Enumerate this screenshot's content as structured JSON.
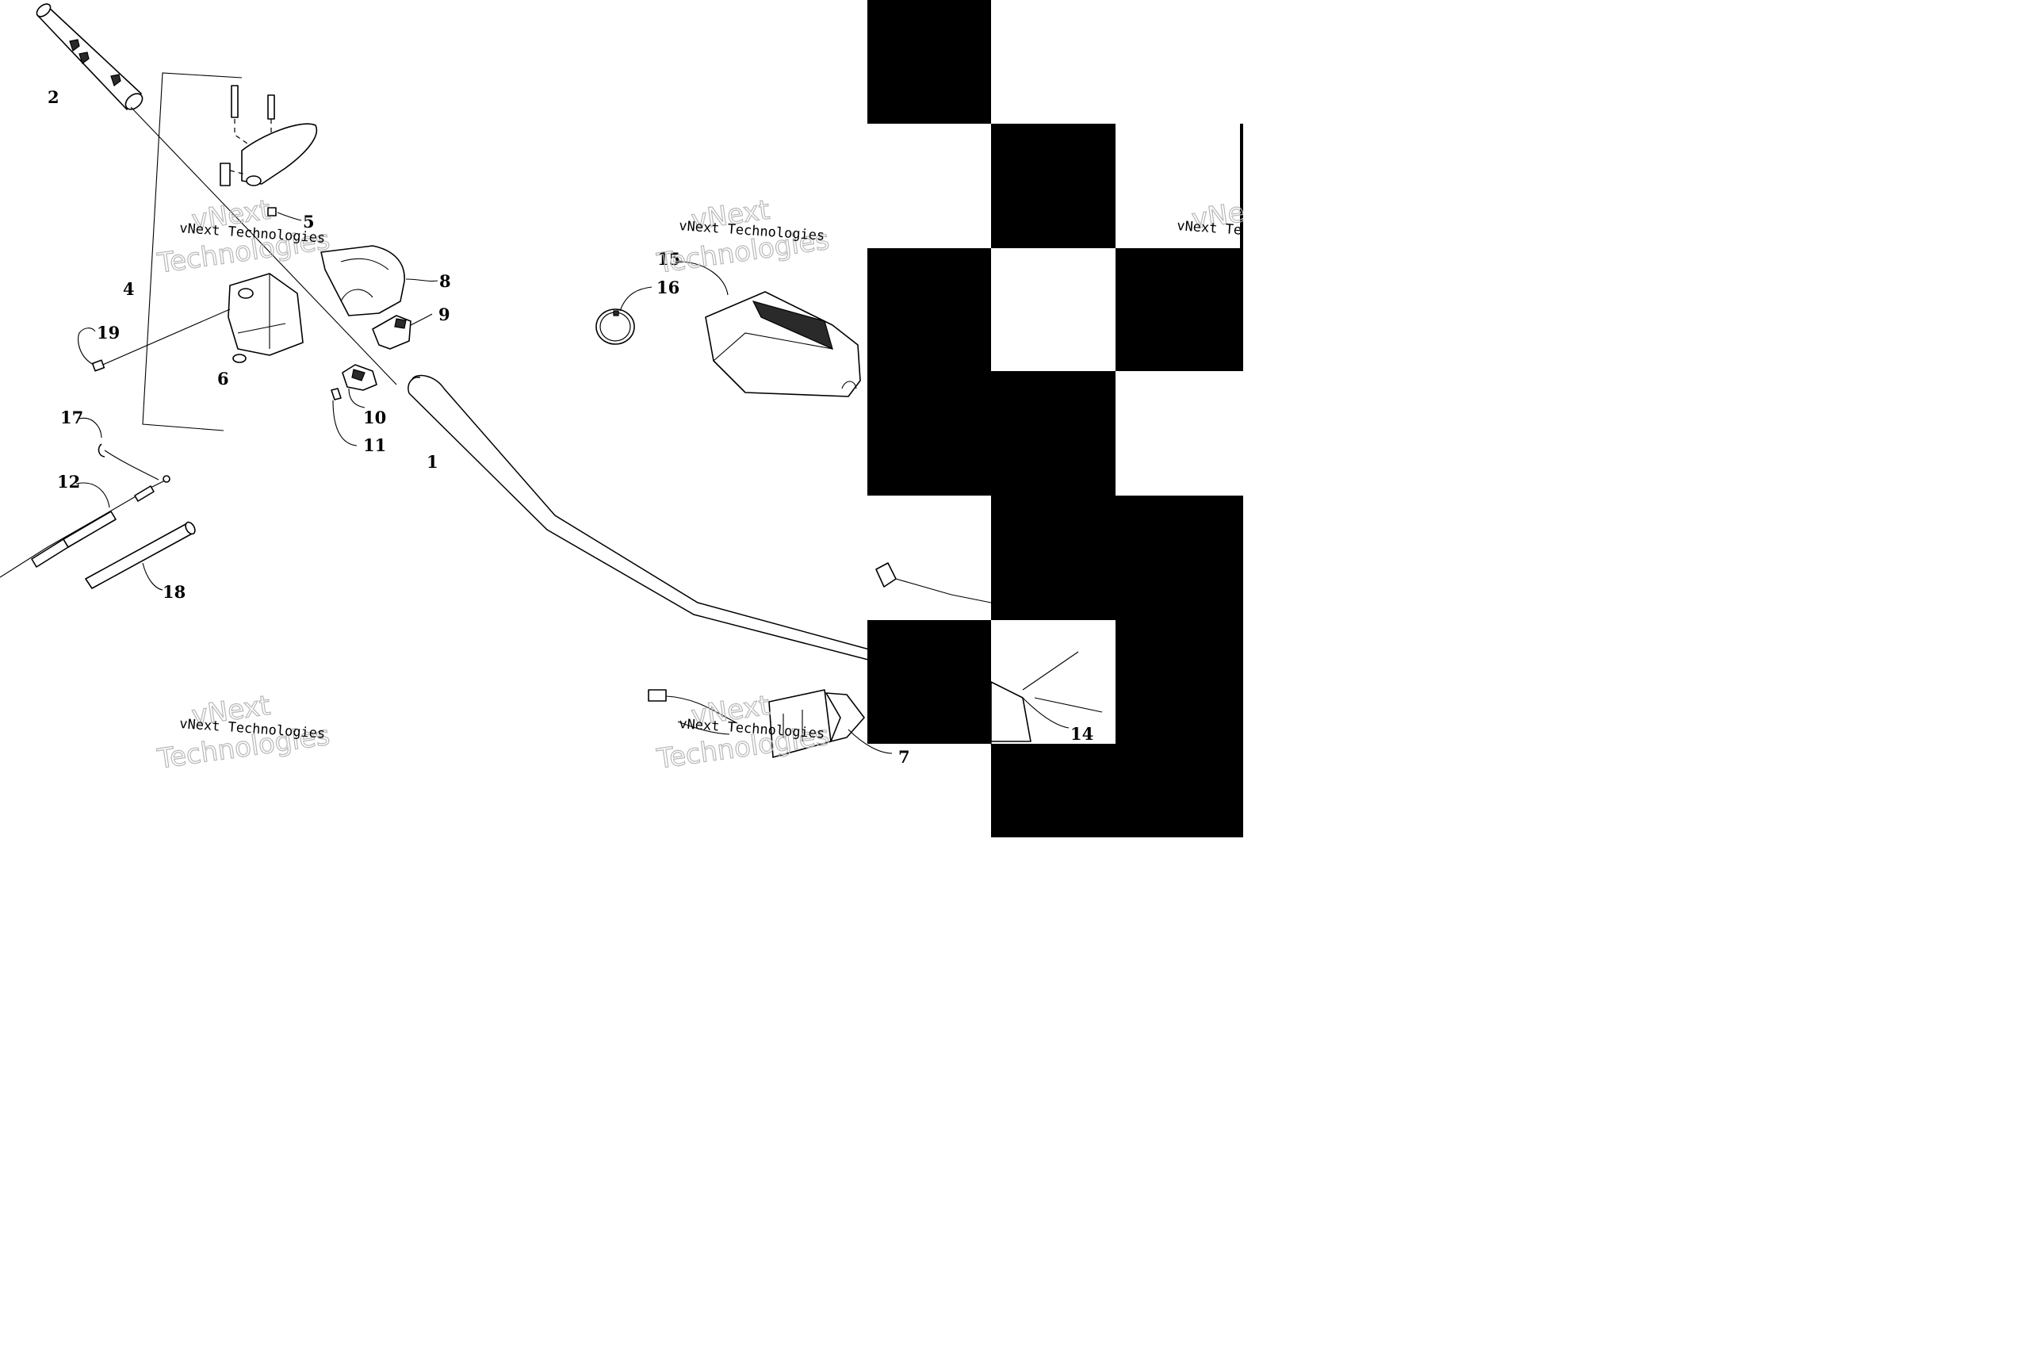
{
  "diagram": {
    "callouts": [
      {
        "id": "c1",
        "label": "1"
      },
      {
        "id": "c2",
        "label": "2"
      },
      {
        "id": "c4",
        "label": "4"
      },
      {
        "id": "c5",
        "label": "5"
      },
      {
        "id": "c6",
        "label": "6"
      },
      {
        "id": "c7",
        "label": "7"
      },
      {
        "id": "c8",
        "label": "8"
      },
      {
        "id": "c9",
        "label": "9"
      },
      {
        "id": "c10",
        "label": "10"
      },
      {
        "id": "c11",
        "label": "11"
      },
      {
        "id": "c12",
        "label": "12"
      },
      {
        "id": "c14",
        "label": "14"
      },
      {
        "id": "c15",
        "label": "15"
      },
      {
        "id": "c16",
        "label": "16"
      },
      {
        "id": "c17",
        "label": "17"
      },
      {
        "id": "c18",
        "label": "18"
      },
      {
        "id": "c19",
        "label": "19"
      }
    ],
    "watermark": {
      "line1": "vNext Technologies",
      "big1": "vNext",
      "big2": "Technologies",
      "partial1": "vNext Te",
      "partial2": "vNe"
    },
    "occlusion_color": "#000000"
  }
}
